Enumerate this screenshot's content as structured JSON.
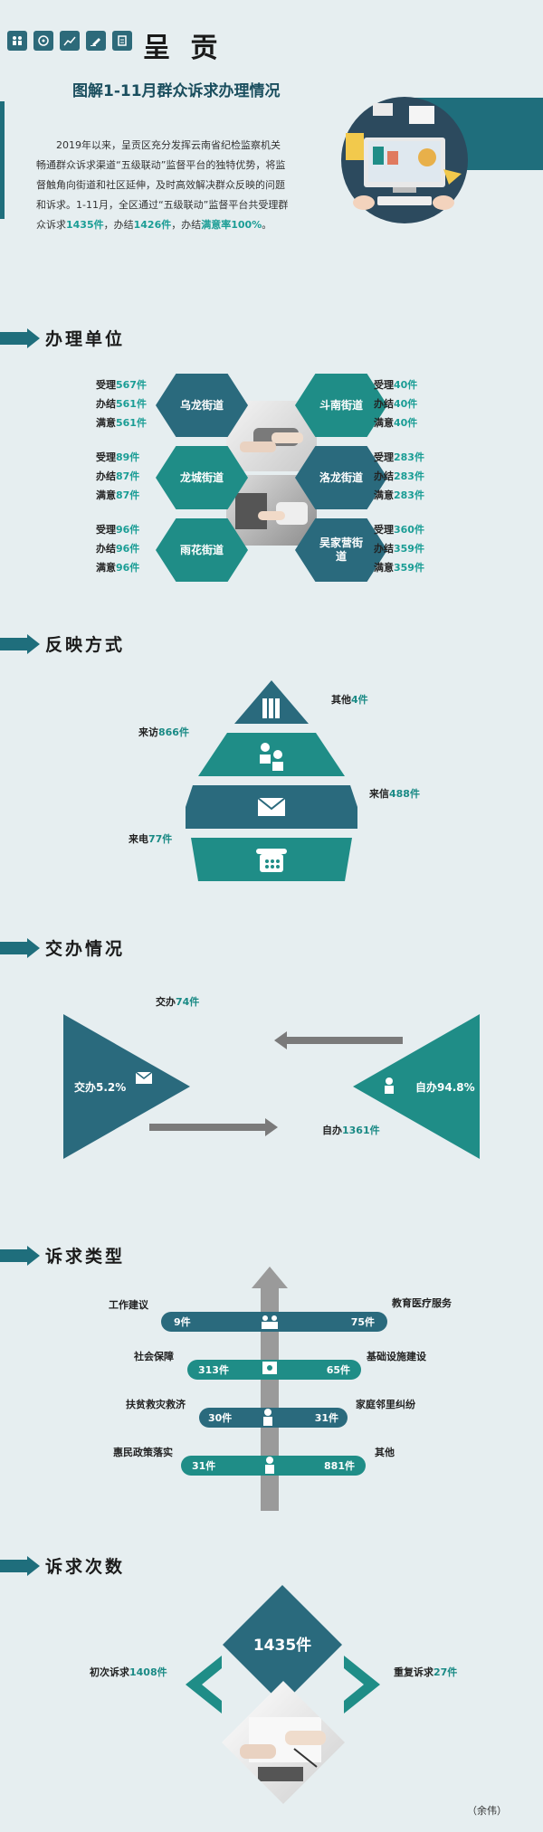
{
  "header": {
    "brand": "呈 贡",
    "title": "图解1-11月群众诉求办理情况",
    "intro_parts": [
      "2019年以来，呈贡区充分发挥云南省纪检监察机关畅通群众诉求渠道“五级联动”监督平台的独特优势，将监督触角向街道和社区延伸，及时高效解决群众反映的问题和诉求。1-11月，全区通过“五级联动”监督平台共受理群众诉求",
      "1435件",
      "，办结",
      "1426件",
      "，办结",
      "满意率100%",
      "。"
    ]
  },
  "sections": {
    "units": "办理单位",
    "methods": "反映方式",
    "assign": "交办情况",
    "types": "诉求类型",
    "count": "诉求次数"
  },
  "units": [
    {
      "name": "乌龙街道",
      "accept": "567件",
      "done": "561件",
      "satisfied": "561件"
    },
    {
      "name": "斗南街道",
      "accept": "40件",
      "done": "40件",
      "satisfied": "40件"
    },
    {
      "name": "龙城街道",
      "accept": "89件",
      "done": "87件",
      "satisfied": "87件"
    },
    {
      "name": "洛龙街道",
      "accept": "283件",
      "done": "283件",
      "satisfied": "283件"
    },
    {
      "name": "雨花街道",
      "accept": "96件",
      "done": "96件",
      "satisfied": "96件"
    },
    {
      "name": "吴家营街道",
      "accept": "360件",
      "done": "359件",
      "satisfied": "359件"
    }
  ],
  "stat_labels": {
    "accept": "受理",
    "done": "办结",
    "satisfied": "满意"
  },
  "methods": [
    {
      "label": "其他",
      "value": "4件"
    },
    {
      "label": "来访",
      "value": "866件"
    },
    {
      "label": "来信",
      "value": "488件"
    },
    {
      "label": "来电",
      "value": "77件"
    }
  ],
  "assign": {
    "assigned_label": "交办",
    "assigned_value": "74件",
    "assigned_pct": "交办5.2%",
    "self_label": "自办",
    "self_value": "1361件",
    "self_pct": "自办94.8%"
  },
  "types": [
    {
      "left_label": "工作建议",
      "left_value": "9件",
      "right_label": "教育医疗服务",
      "right_value": "75件"
    },
    {
      "left_label": "社会保障",
      "left_value": "313件",
      "right_label": "基础设施建设",
      "right_value": "65件"
    },
    {
      "left_label": "扶贫救灾救济",
      "left_value": "30件",
      "right_label": "家庭邻里纠纷",
      "right_value": "31件"
    },
    {
      "left_label": "惠民政策落实",
      "left_value": "31件",
      "right_label": "其他",
      "right_value": "881件"
    }
  ],
  "count": {
    "total": "1435件",
    "first_label": "初次诉求",
    "first_value": "1408件",
    "repeat_label": "重复诉求",
    "repeat_value": "27件"
  },
  "footer": {
    "author": "（余伟）"
  },
  "colors": {
    "teal": "#1f8d87",
    "dark": "#2a6a7d",
    "bg": "#e6eef0",
    "gray": "#9a9a9a"
  }
}
